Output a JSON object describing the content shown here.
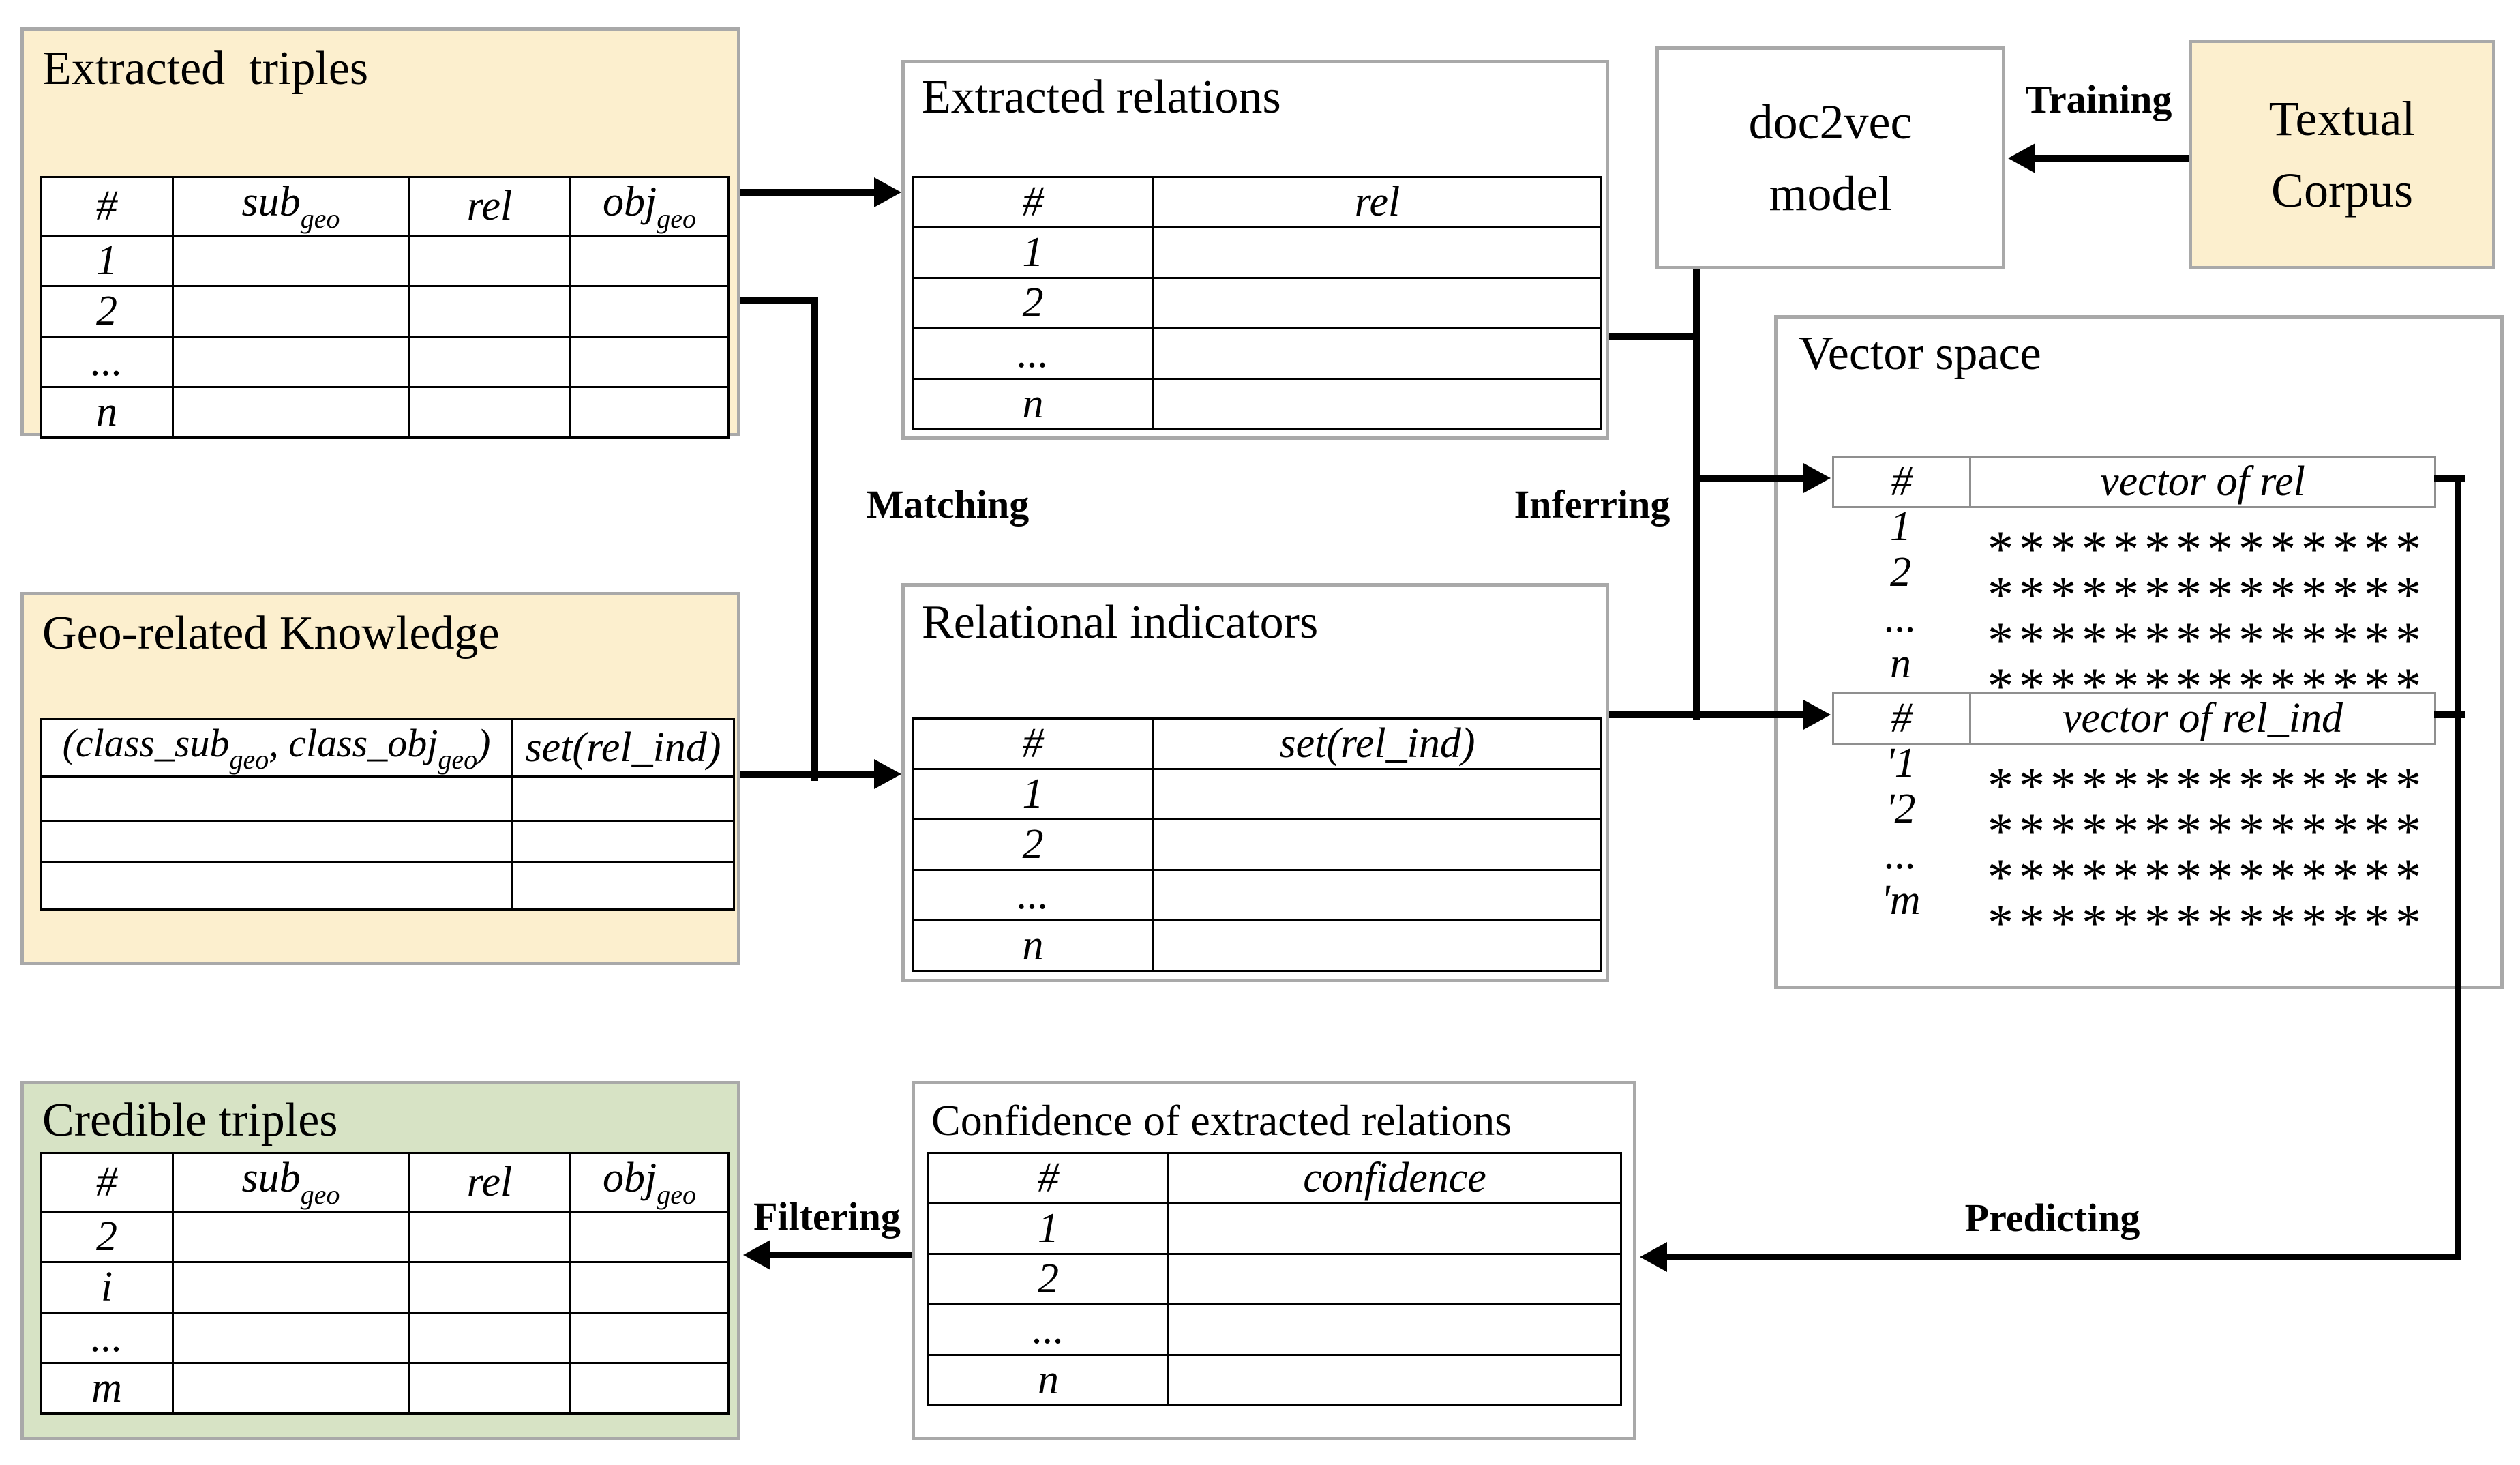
{
  "colors": {
    "cream": "#fcefce",
    "green": "#d7e3c5",
    "box_border": "#a9a9a9",
    "line": "#000000"
  },
  "boxes": {
    "extracted_triples": {
      "title": "Extracted  triples"
    },
    "extracted_relations": {
      "title": "Extracted relations"
    },
    "doc2vec": {
      "line1": "doc2vec",
      "line2": "model"
    },
    "textual_corpus": {
      "line1": "Textual",
      "line2": "Corpus"
    },
    "vector_space": {
      "title": "Vector space"
    },
    "geo_knowledge": {
      "title": "Geo-related Knowledge"
    },
    "relational_indicators": {
      "title": "Relational indicators"
    },
    "credible_triples": {
      "title": "Credible triples"
    },
    "confidence": {
      "title": "Confidence of extracted relations"
    }
  },
  "flow_labels": {
    "training": "Training",
    "matching": "Matching",
    "inferring": "Inferring",
    "predicting": "Predicting",
    "filtering": "Filtering"
  },
  "tables": {
    "extracted_triples": {
      "headers": {
        "num": "#",
        "sub_base": "sub",
        "sub_sub": "geo",
        "rel": "rel",
        "obj_base": "obj",
        "obj_sub": "geo"
      },
      "rows": [
        "1",
        "2",
        "...",
        "n"
      ]
    },
    "extracted_relations": {
      "headers": {
        "num": "#",
        "rel": "rel"
      },
      "rows": [
        "1",
        "2",
        "...",
        "n"
      ]
    },
    "geo": {
      "header_pair": {
        "p1": "(class_sub",
        "s1": "geo",
        "p2": ", class_obj",
        "s2": "geo",
        "p3": ")"
      },
      "header_set": "set(rel_ind)"
    },
    "relational": {
      "headers": {
        "num": "#",
        "set": "set(rel_ind)"
      },
      "rows": [
        "1",
        "2",
        "...",
        "n"
      ]
    },
    "vector_rel": {
      "headers": {
        "num": "#",
        "vec": "vector of rel"
      },
      "rows": [
        "1",
        "2",
        "...",
        "n"
      ],
      "stars": "**************"
    },
    "vector_rel_ind": {
      "headers": {
        "num": "#",
        "vec": "vector of rel_ind"
      },
      "rows": [
        "'1",
        "'2",
        "...",
        "'m"
      ],
      "stars": "**************"
    },
    "credible": {
      "headers": {
        "num": "#",
        "sub_base": "sub",
        "sub_sub": "geo",
        "rel": "rel",
        "obj_base": "obj",
        "obj_sub": "geo"
      },
      "rows": [
        "2",
        "i",
        "...",
        "m"
      ]
    },
    "confidence": {
      "headers": {
        "num": "#",
        "conf": "confidence"
      },
      "rows": [
        "1",
        "2",
        "...",
        "n"
      ]
    }
  }
}
